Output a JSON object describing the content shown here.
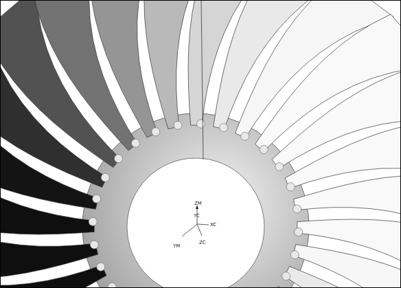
{
  "diagram": {
    "labels": [
      "ZM",
      "YC",
      "XC",
      "YM",
      "ZC"
    ]
  }
}
